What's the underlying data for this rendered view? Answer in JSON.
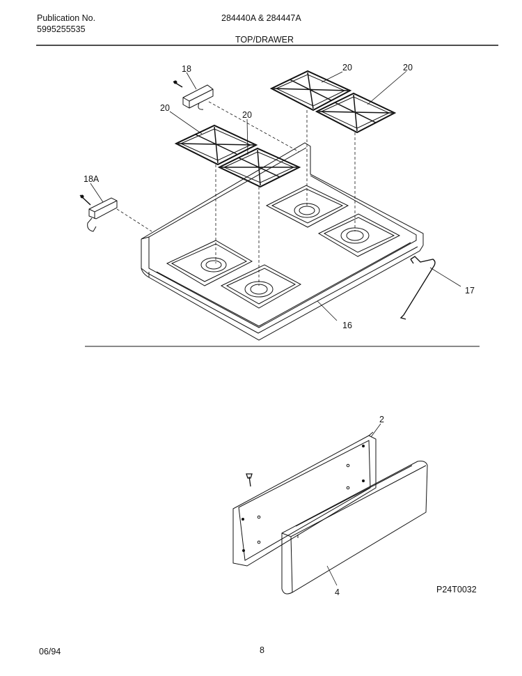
{
  "header": {
    "publication_label": "Publication No.",
    "publication_number": "5995255535",
    "models": "284440A & 284447A",
    "section_title": "TOP/DRAWER"
  },
  "callouts": {
    "c18": "18",
    "c18a": "18A",
    "c20_front_left": "20",
    "c20_front_right": "20",
    "c20_rear_left": "20",
    "c20_rear_right": "20",
    "c17": "17",
    "c16": "16",
    "c2": "2",
    "c4": "4"
  },
  "figure_code": "P24T0032",
  "footer": {
    "date": "06/94",
    "page_number": "8"
  }
}
